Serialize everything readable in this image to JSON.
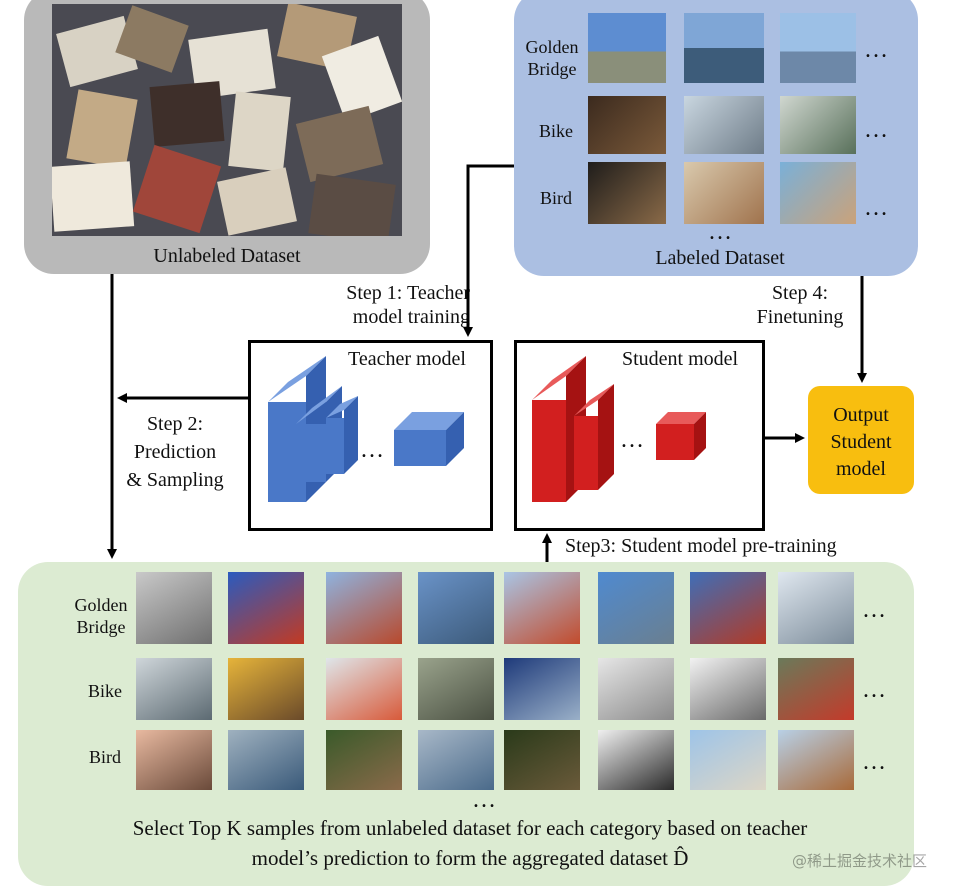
{
  "unlabeled": {
    "caption": "Unlabeled Dataset"
  },
  "labeled": {
    "caption": "Labeled Dataset",
    "rows": [
      {
        "label": "Golden\nBridge"
      },
      {
        "label": "Bike"
      },
      {
        "label": "Bird"
      }
    ],
    "more": "…",
    "more_rows": "…"
  },
  "steps": {
    "step1": "Step 1: Teacher\nmodel training",
    "step2": "Step 2:\nPrediction\n& Sampling",
    "step3": "Step3: Student model pre-training",
    "step4": "Step 4:\nFinetuning"
  },
  "teacher": {
    "title": "Teacher model",
    "dots": "…"
  },
  "student": {
    "title": "Student model",
    "dots": "…"
  },
  "output": {
    "label": "Output\nStudent\nmodel"
  },
  "aggregated": {
    "rows": [
      {
        "label": "Golden\nBridge"
      },
      {
        "label": "Bike"
      },
      {
        "label": "Bird"
      }
    ],
    "more": "…",
    "more_rows": "…",
    "caption_line1": "Select Top K samples from unlabeled dataset for each category based on teacher",
    "caption_line2": "model’s prediction to form the aggregated dataset D̂"
  },
  "watermark": "@稀土掘金技术社区",
  "colors": {
    "unlabeled_panel": "#b9b9b9",
    "labeled_panel": "#abbfe2",
    "aggregated_panel": "#dcebd2",
    "teacher_blue": "#4a78c8",
    "student_red": "#d21f1f",
    "output_yellow": "#f8be0f"
  }
}
